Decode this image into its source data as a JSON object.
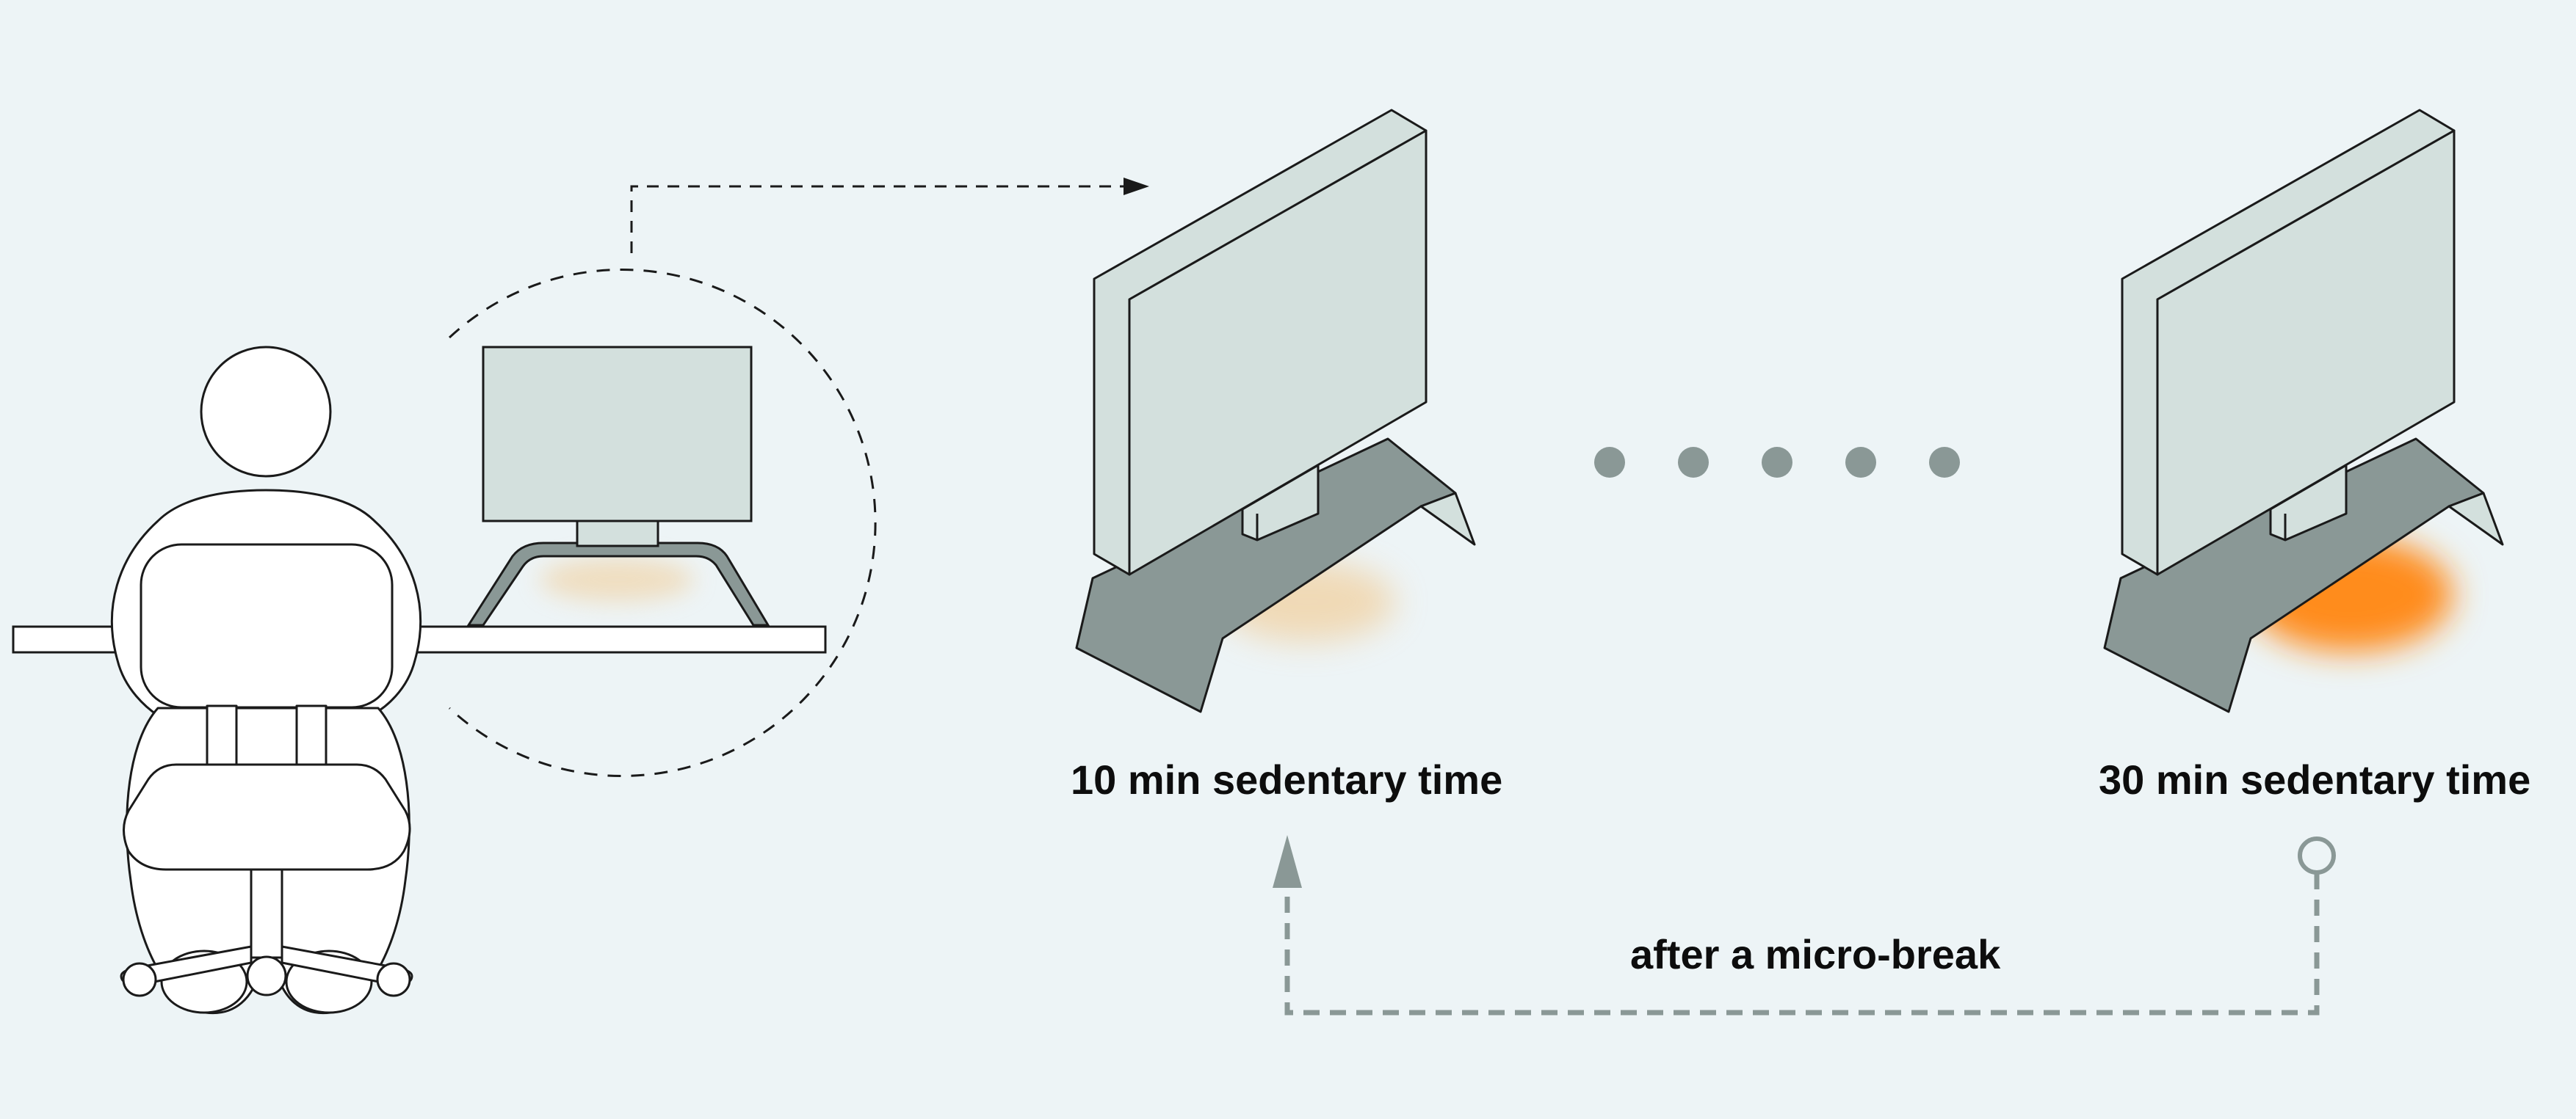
{
  "colors": {
    "background": "#edf4f6",
    "outline": "#1a1a1a",
    "monitor_face": "#d3e0dd",
    "stand": "#8a9896",
    "dots": "#8a9896",
    "heat_low": "#f2c98e",
    "heat_high": "#ff8c1a",
    "dashed_return": "#8a9896"
  },
  "icons": {
    "person": "person-seated-back-view-icon",
    "chair": "office-chair-icon",
    "monitor": "monitor-icon",
    "magnifier": "zoom-circle-icon"
  },
  "labels": {
    "state_10": "10 min sedentary time",
    "state_30": "30 min sedentary time",
    "return_arrow": "after a micro-break"
  },
  "progress_dots": 5,
  "heat_intensity": {
    "desk_monitor": 0.25,
    "state_10": 0.4,
    "state_30": 1.0
  }
}
